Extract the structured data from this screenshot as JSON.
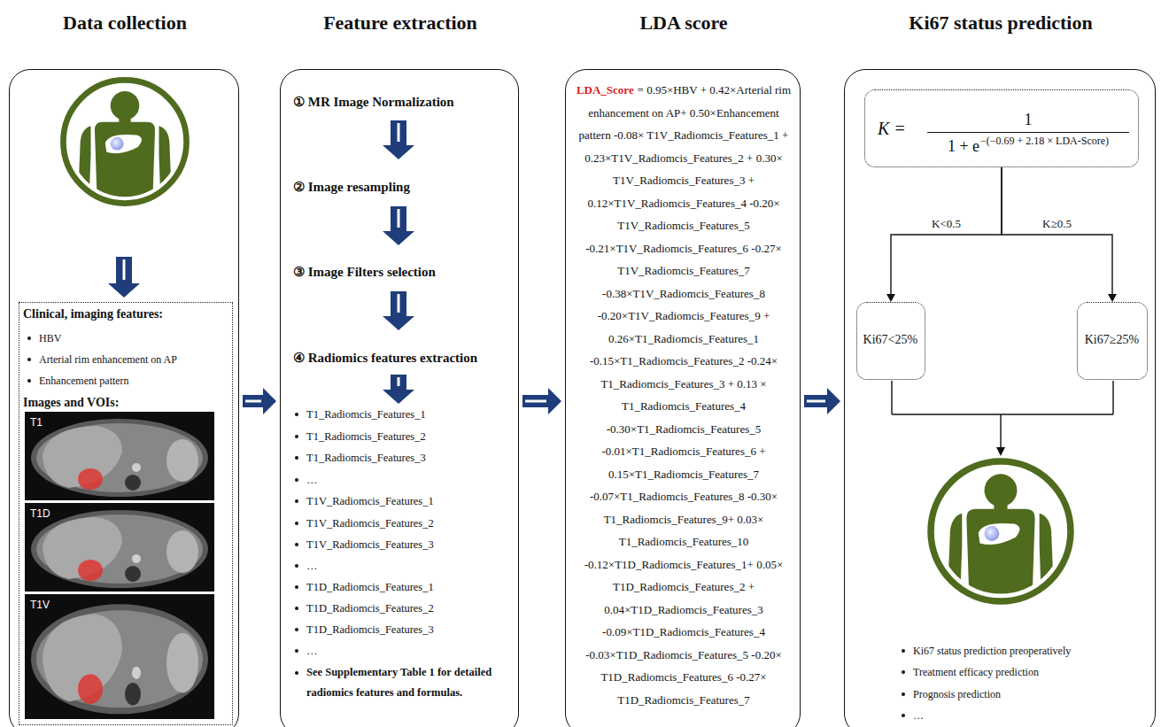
{
  "diagram": {
    "nodes": [
      {
        "text": [
          "Data collection"
        ]
      },
      {
        "text": [
          "Clinical, imaging features:",
          "HBV",
          "Arterial rim enhancement on AP",
          "Enhancement pattern",
          "Images and VOIs:",
          "T1",
          "T1D",
          "T1V"
        ],
        "in": 0
      },
      {
        "text": [
          "Feature extraction",
          "① MR Image Normalization",
          "② Image resampling",
          "③ Image Filters selection",
          "④ Radiomics features extraction",
          "T1_Radiomcis_Features_1",
          "T1_Radiomcis_Features_2",
          "T1_Radiomcis_Features_3",
          "…",
          "T1V_Radiomcis_Features_1",
          "T1V_Radiomcis_Features_2",
          "T1V_Radiomcis_Features_3",
          "…",
          "T1D_Radiomcis_Features_1",
          "T1D_Radiomcis_Features_2",
          "T1D_Radiomcis_Features_3",
          "…",
          "See Supplementary Table 1 for detailed radiomics features and formulas."
        ]
      },
      {
        "text": [
          "LDA score",
          "LDA_Score",
          "= 0.95×HBV + 0.42×Arterial rim enhancement on AP+ 0.50×Enhancement pattern -0.08× T1V_Radiomcis_Features_1 + 0.23×T1V_Radiomcis_Features_2 + 0.30× T1V_Radiomcis_Features_3 + 0.12×T1V_Radiomcis_Features_4 -0.20× T1V_Radiomcis_Features_5 -0.21×T1V_Radiomcis_Features_6 -0.27× T1V_Radiomcis_Features_7 -0.38×T1V_Radiomcis_Features_8 -0.20×T1V_Radiomcis_Features_9 + 0.26×T1_Radiomcis_Features_1 -0.15×T1_Radiomcis_Features_2 -0.24× T1_Radiomcis_Features_3 + 0.13 × T1_Radiomcis_Features_4 -0.30×T1_Radiomcis_Features_5 -0.01×T1_Radiomcis_Features_6 + 0.15×T1_Radiomcis_Features_7 -0.07×T1_Radiomcis_Features_8 -0.30× T1_Radiomcis_Features_9+ 0.03× T1_Radiomcis_Features_10 -0.12×T1D_Radiomcis_Features_1+ 0.05× T1D_Radiomcis_Features_2 + 0.04×T1D_Radiomcis_Features_3 -0.09×T1D_Radiomcis_Features_4 -0.03×T1D_Radiomcis_Features_5 -0.20× T1D_Radiomcis_Features_6 -0.27× T1D_Radiomcis_Features_7"
        ]
      },
      {
        "text": [
          "Ki67 status prediction",
          "Ki67 status prediction preoperatively",
          "Treatment efficacy prediction",
          "Prognosis prediction",
          "…"
        ]
      },
      {
        "text": [
          "K =",
          "1",
          "1 + e",
          "−(−0.69 + 2.18 × LDA-Score)"
        ],
        "in": 4
      },
      {
        "text": [
          "Ki67<25%"
        ],
        "in": 4
      },
      {
        "text": [
          "Ki67≥25%"
        ],
        "in": 4
      }
    ],
    "edges": [
      {
        "from": 0,
        "to": 2,
        "arrow": "to"
      },
      {
        "from": 2,
        "to": 3,
        "arrow": "to"
      },
      {
        "from": 3,
        "to": 4,
        "arrow": "to"
      },
      {
        "from": 5,
        "to": 6,
        "label": "K<0.5",
        "arrow": "to"
      },
      {
        "from": 5,
        "to": 7,
        "label": "K≥0.5",
        "arrow": "to"
      }
    ]
  }
}
